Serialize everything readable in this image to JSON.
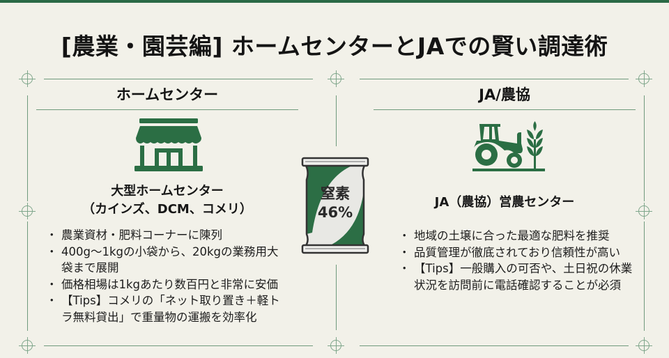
{
  "title": "[農業・園芸編] ホームセンターとJAでの賢い調達術",
  "colors": {
    "accent": "#2b6a46",
    "background": "#f2f1e9",
    "line": "#6f9a7c"
  },
  "left": {
    "heading": "ホームセンター",
    "icon": "storefront-icon",
    "subtitle_line1": "大型ホームセンター",
    "subtitle_line2": "（カインズ、DCM、コメリ）",
    "bullets": [
      "農業資材・肥料コーナーに陳列",
      "400g〜1kgの小袋から、20kgの業務用大袋まで展開",
      "価格相場は1kgあたり数百円と非常に安価",
      "【Tips】コメリの「ネット取り置き＋軽トラ無料貸出」で重量物の運搬を効率化"
    ]
  },
  "center": {
    "icon": "fertilizer-bag-icon",
    "bag_line1": "窒素",
    "bag_line2": "46%"
  },
  "right": {
    "heading": "JA/農協",
    "icon": "tractor-wheat-icon",
    "subtitle": "JA（農協）営農センター",
    "bullets": [
      "地域の土壌に合った最適な肥料を推奨",
      "品質管理が徹底されており信頼性が高い",
      "【Tips】一般購入の可否や、土日祝の休業状況を訪問前に電話確認することが必須"
    ]
  }
}
